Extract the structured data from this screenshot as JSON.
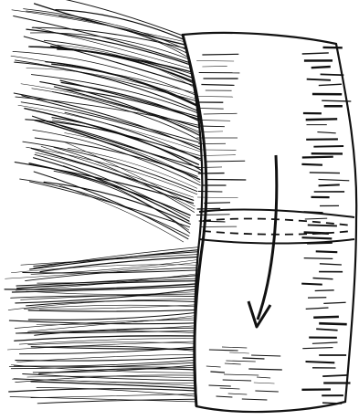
{
  "illustration": {
    "style": "black ink line drawing on white",
    "ink_color": "#111111",
    "paper_color": "#ffffff",
    "depicts": [
      "hair-strands-upper",
      "hair-strands-lower",
      "wrapped-band",
      "stitched-seam",
      "direction-arrow"
    ]
  }
}
